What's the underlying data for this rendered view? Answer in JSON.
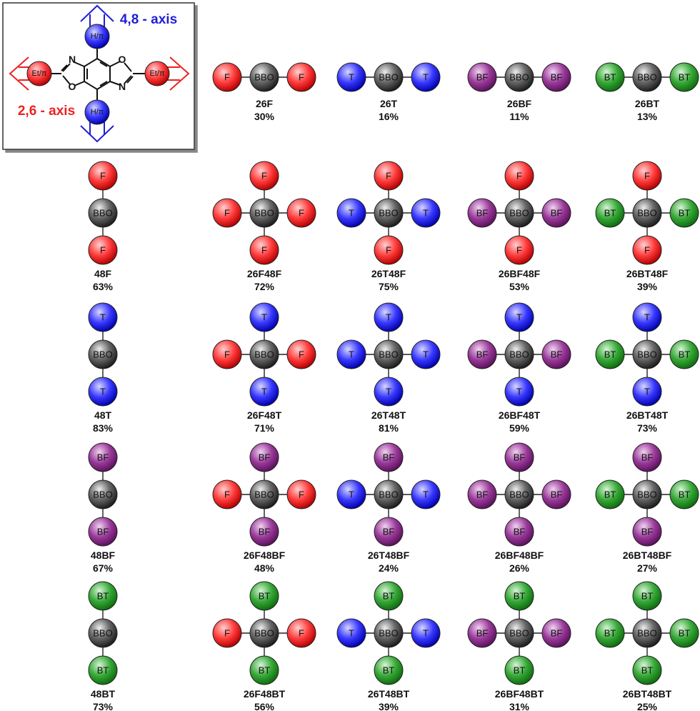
{
  "key": {
    "center_label": "BBO",
    "vertical_node_label": "H/π",
    "horizontal_node_label": "Et/π",
    "axis_48_label": "4,8 - axis",
    "axis_26_label": "2,6 - axis",
    "atoms": {
      "n": "N",
      "o": "O"
    }
  },
  "groups": {
    "F": {
      "label": "F",
      "color": "#ff3333"
    },
    "T": {
      "label": "T",
      "color": "#3333ff"
    },
    "BF": {
      "label": "BF",
      "color": "#993399"
    },
    "BT": {
      "label": "BT",
      "color": "#33aa33"
    }
  },
  "core": {
    "label": "BBO",
    "color": "#444444"
  },
  "axis_colors": {
    "axis_48": "#1f1fd6",
    "axis_26": "#ee2222"
  },
  "compounds": [
    {
      "row": 0,
      "col": 1,
      "name": "26F",
      "yield": "30%",
      "h": "F",
      "v": null
    },
    {
      "row": 0,
      "col": 2,
      "name": "26T",
      "yield": "16%",
      "h": "T",
      "v": null
    },
    {
      "row": 0,
      "col": 3,
      "name": "26BF",
      "yield": "11%",
      "h": "BF",
      "v": null
    },
    {
      "row": 0,
      "col": 4,
      "name": "26BT",
      "yield": "13%",
      "h": "BT",
      "v": null
    },
    {
      "row": 1,
      "col": 0,
      "name": "48F",
      "yield": "63%",
      "h": null,
      "v": "F"
    },
    {
      "row": 1,
      "col": 1,
      "name": "26F48F",
      "yield": "72%",
      "h": "F",
      "v": "F"
    },
    {
      "row": 1,
      "col": 2,
      "name": "26T48F",
      "yield": "75%",
      "h": "T",
      "v": "F"
    },
    {
      "row": 1,
      "col": 3,
      "name": "26BF48F",
      "yield": "53%",
      "h": "BF",
      "v": "F"
    },
    {
      "row": 1,
      "col": 4,
      "name": "26BT48F",
      "yield": "39%",
      "h": "BT",
      "v": "F"
    },
    {
      "row": 2,
      "col": 0,
      "name": "48T",
      "yield": "83%",
      "h": null,
      "v": "T"
    },
    {
      "row": 2,
      "col": 1,
      "name": "26F48T",
      "yield": "71%",
      "h": "F",
      "v": "T"
    },
    {
      "row": 2,
      "col": 2,
      "name": "26T48T",
      "yield": "81%",
      "h": "T",
      "v": "T"
    },
    {
      "row": 2,
      "col": 3,
      "name": "26BF48T",
      "yield": "59%",
      "h": "BF",
      "v": "T"
    },
    {
      "row": 2,
      "col": 4,
      "name": "26BT48T",
      "yield": "73%",
      "h": "BT",
      "v": "T"
    },
    {
      "row": 3,
      "col": 0,
      "name": "48BF",
      "yield": "67%",
      "h": null,
      "v": "BF"
    },
    {
      "row": 3,
      "col": 1,
      "name": "26F48BF",
      "yield": "48%",
      "h": "F",
      "v": "BF"
    },
    {
      "row": 3,
      "col": 2,
      "name": "26T48BF",
      "yield": "24%",
      "h": "T",
      "v": "BF"
    },
    {
      "row": 3,
      "col": 3,
      "name": "26BF48BF",
      "yield": "26%",
      "h": "BF",
      "v": "BF"
    },
    {
      "row": 3,
      "col": 4,
      "name": "26BT48BF",
      "yield": "27%",
      "h": "BT",
      "v": "BF"
    },
    {
      "row": 4,
      "col": 0,
      "name": "48BT",
      "yield": "73%",
      "h": null,
      "v": "BT"
    },
    {
      "row": 4,
      "col": 1,
      "name": "26F48BT",
      "yield": "56%",
      "h": "F",
      "v": "BT"
    },
    {
      "row": 4,
      "col": 2,
      "name": "26T48BT",
      "yield": "39%",
      "h": "T",
      "v": "BT"
    },
    {
      "row": 4,
      "col": 3,
      "name": "26BF48BT",
      "yield": "31%",
      "h": "BF",
      "v": "BT"
    },
    {
      "row": 4,
      "col": 4,
      "name": "26BT48BT",
      "yield": "25%",
      "h": "BT",
      "v": "BT"
    }
  ]
}
